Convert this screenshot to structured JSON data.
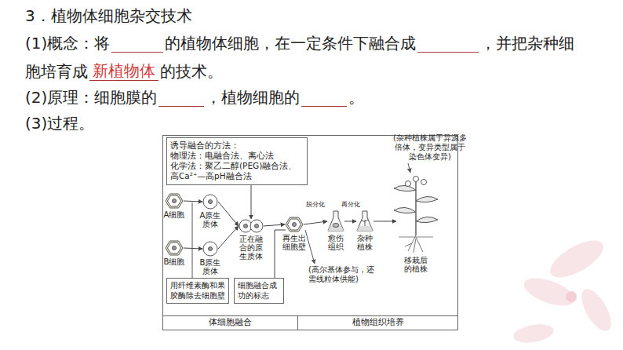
{
  "diagram": {
    "title": "3．植物体细胞杂交技术",
    "nodes": [
      {
        "text": [
          "诱导融合的方法：",
          "物理法：电融合法、离心法",
          "化学法：聚乙二醇(PEG)融合法、高Ca²⁺—高pH融合法"
        ]
      },
      {
        "text": [
          "A细胞"
        ]
      },
      {
        "text": [
          "A原生质体"
        ]
      },
      {
        "text": [
          "B细胞"
        ]
      },
      {
        "text": [
          "B原生质体"
        ]
      },
      {
        "text": [
          "正在融合的原生质体"
        ]
      },
      {
        "text": [
          "再生出细胞壁"
        ]
      },
      {
        "text": [
          "愈伤组织"
        ]
      },
      {
        "text": [
          "杂种植株"
        ]
      },
      {
        "text": [
          "移栽后的植株"
        ]
      },
      {
        "text": [
          "用纤维素酶和果胶酶除去细胞壁"
        ]
      },
      {
        "text": [
          "细胞融合成功的标志"
        ]
      },
      {
        "text": [
          "体细胞融合"
        ]
      },
      {
        "text": [
          "植物组织培养"
        ]
      }
    ],
    "edges": [
      {
        "from": 1,
        "to": 2,
        "arrow": "to"
      },
      {
        "from": 3,
        "to": 4,
        "arrow": "to"
      },
      {
        "from": 2,
        "to": 5,
        "arrow": "to"
      },
      {
        "from": 4,
        "to": 5,
        "arrow": "to"
      },
      {
        "from": 0,
        "to": 5,
        "arrow": "to"
      },
      {
        "from": 5,
        "to": 6,
        "arrow": "to"
      },
      {
        "from": 6,
        "to": 7,
        "label": "脱分化",
        "arrow": "to"
      },
      {
        "from": 7,
        "to": 8,
        "label": "再分化",
        "arrow": "to"
      },
      {
        "from": 8,
        "to": 9,
        "arrow": "to"
      },
      {
        "from": 11,
        "to": 6,
        "arrow": "none"
      }
    ],
    "labels": [
      "(1)概念：将",
      "的植物体细胞，在一定条件下融合成",
      "，并把杂种细",
      "胞培育成",
      "新植物体",
      "的技术。",
      "(2)原理：细胞膜的",
      "，植物细胞的",
      "。",
      "(3)过程。",
      "(杂种植株属于异源多倍体，变异类型属于染色体变异)",
      "(高尔基体参与，还需线粒体供能)"
    ]
  }
}
